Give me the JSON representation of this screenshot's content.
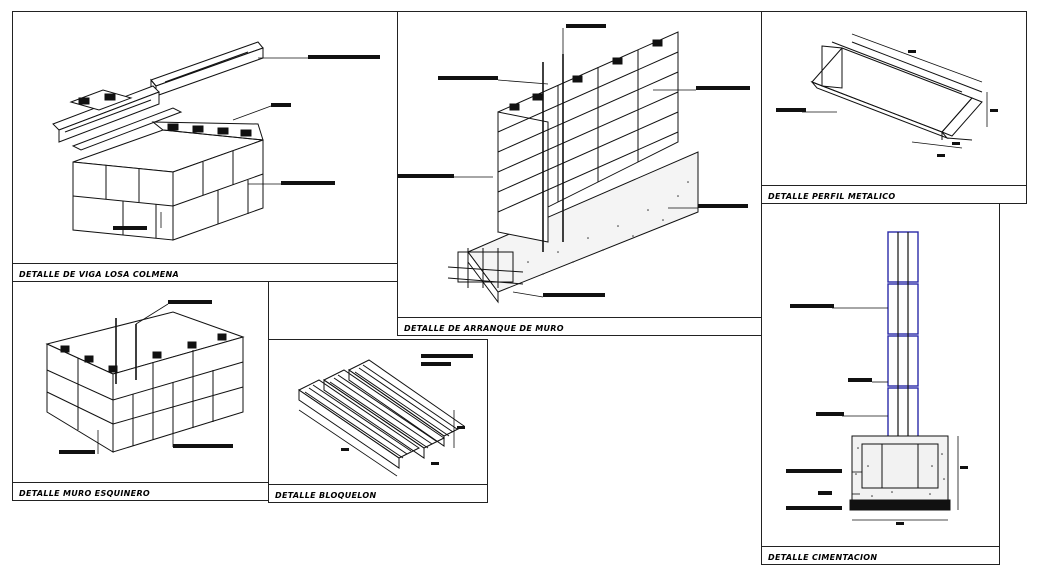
{
  "panels": {
    "viga_losa": {
      "caption": "DETALLE DE VIGA LOSA COLMENA"
    },
    "arranque": {
      "caption": "DETALLE DE ARRANQUE DE MURO"
    },
    "perfil": {
      "caption": "DETALLE PERFIL METALICO"
    },
    "esquinero": {
      "caption": "DETALLE MURO ESQUINERO"
    },
    "bloquelon": {
      "caption": "DETALLE BLOQUELON"
    },
    "cimentacion": {
      "caption": "DETALLE CIMENTACION"
    }
  },
  "colors": {
    "line": "#111111",
    "background": "#ffffff",
    "column_accent": "#2a2aa8"
  },
  "icons": [
    "hatched-concrete",
    "rebar",
    "hollow-block"
  ]
}
